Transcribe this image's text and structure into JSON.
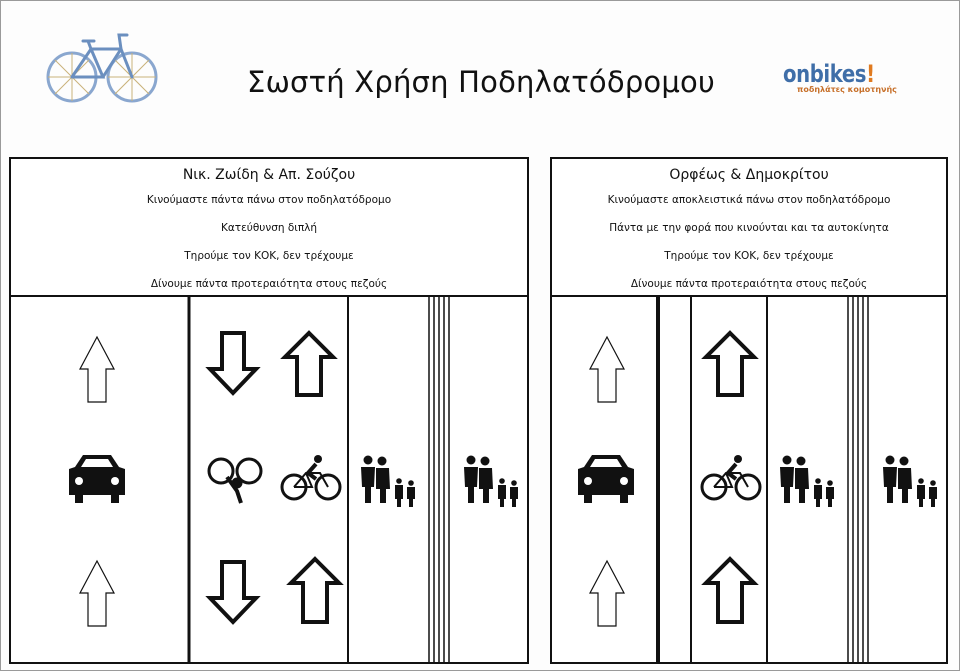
{
  "header": {
    "title": "Σωστή Χρήση Ποδηλατόδρομου",
    "brand_name": "onbikes",
    "brand_mark": "!",
    "brand_tagline": "ποδηλάτες κομοτηνής",
    "logo_icon": "bicycle-icon"
  },
  "colors": {
    "line": "#111111",
    "bike_frame": "#6b8fbf",
    "bike_wheel": "#8aa7cf",
    "brand_blue": "#3f6ea8",
    "brand_orange": "#e07a1f"
  },
  "panels": [
    {
      "title": "Νικ. Ζωίδη & Απ. Σούζου",
      "rules": [
        "Κινούμαστε πάντα πάνω στον ποδηλατόδρομο",
        "Κατεύθυνση διπλή",
        "Τηρούμε τον ΚΟΚ, δεν τρέχουμε",
        "Δίνουμε πάντα προτεραιότητα στους πεζούς"
      ],
      "lanes": [
        "car-lane",
        "two-way-bike-lane",
        "sidewalk",
        "crosswalk-lines",
        "sidewalk"
      ],
      "icons": [
        "up-arrow-icon",
        "car-icon",
        "down-arrow-icon",
        "cyclist-icon",
        "pedestrians-icon"
      ]
    },
    {
      "title": "Ορφέως & Δημοκρίτου",
      "rules": [
        "Κινούμαστε αποκλειστικά πάνω στον ποδηλατόδρομο",
        "Πάντα με την φορά που κινούνται και τα αυτοκίνητα",
        "Τηρούμε τον ΚΟΚ, δεν τρέχουμε",
        "Δίνουμε πάντα προτεραιότητα στους πεζούς"
      ],
      "lanes": [
        "car-lane",
        "buffer",
        "one-way-bike-lane",
        "sidewalk",
        "crosswalk-lines",
        "sidewalk"
      ],
      "icons": [
        "up-arrow-icon",
        "car-icon",
        "cyclist-icon",
        "pedestrians-icon"
      ]
    }
  ]
}
